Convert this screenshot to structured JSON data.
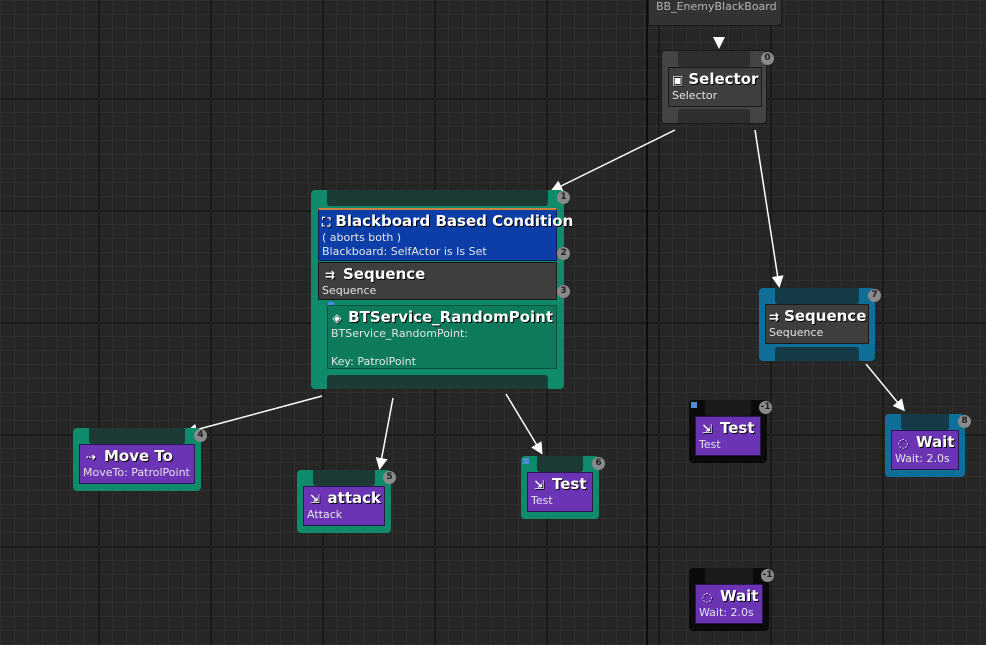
{
  "blackboard_label": "BB_EnemyBlackBoard",
  "selector": {
    "index": "0",
    "title": "Selector",
    "subtitle": "Selector"
  },
  "seq_left": {
    "index": "1",
    "decorator": {
      "index": "2",
      "title": "Blackboard Based Condition",
      "line1": "( aborts both )",
      "line2": "Blackboard: SelfActor is Is Set"
    },
    "sequence": {
      "index": "3",
      "title": "Sequence",
      "subtitle": "Sequence"
    },
    "service": {
      "title": "BTService_RandomPoint",
      "line1": "BTService_RandomPoint:",
      "line2": "Key: PatrolPoint"
    }
  },
  "move_to": {
    "index": "4",
    "title": "Move To",
    "subtitle": "MoveTo: PatrolPoint"
  },
  "attack": {
    "index": "5",
    "title": "attack",
    "subtitle": "Attack"
  },
  "test_left": {
    "index": "6",
    "title": "Test",
    "subtitle": "Test"
  },
  "seq_right": {
    "index": "7",
    "title": "Sequence",
    "subtitle": "Sequence"
  },
  "wait_right": {
    "index": "8",
    "title": "Wait",
    "subtitle": "Wait: 2.0s"
  },
  "test_orphan": {
    "index": "-1",
    "title": "Test",
    "subtitle": "Test"
  },
  "wait_orphan": {
    "index": "-1",
    "title": "Wait",
    "subtitle": "Wait: 2.0s"
  },
  "colors": {
    "composite_teal": "#0f8a6a",
    "composite_blue": "#0f6f99",
    "task_purple": "#6b34b5",
    "decorator_blue": "#0d3ea8"
  }
}
